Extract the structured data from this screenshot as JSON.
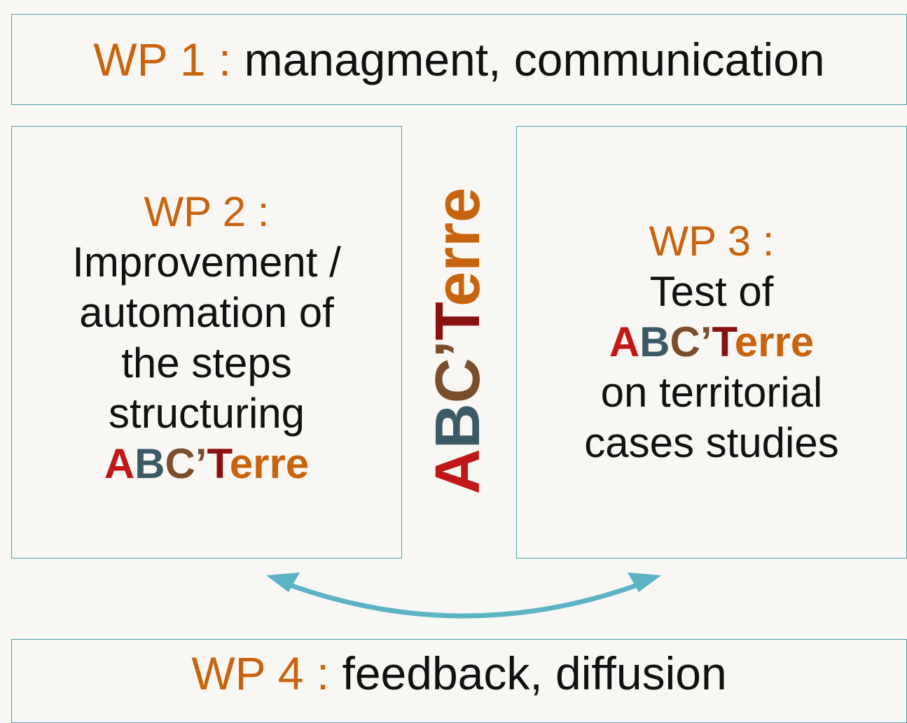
{
  "wp1": {
    "tag": "WP 1 :",
    "text": "managment, communication"
  },
  "wp2": {
    "tag": "WP 2 :",
    "lines": [
      "Improvement /",
      "automation of",
      "the steps",
      "structuring"
    ]
  },
  "wp3": {
    "tag": "WP 3 :",
    "line1": "Test of",
    "lines_after": [
      "on territorial",
      "cases studies"
    ]
  },
  "wp4": {
    "tag": "WP 4 :",
    "text": "feedback, diffusion"
  },
  "brand": {
    "a": "A",
    "b": "B",
    "c": "C",
    "apos": "’",
    "t": "T",
    "erre": "erre"
  },
  "colors": {
    "background": "#f9f7f3",
    "border": "#4e9fb0",
    "wp_tag": "#c8640e",
    "brand_a": "#c01818",
    "brand_b": "#3c5a66",
    "brand_c": "#7a4e2c",
    "brand_t": "#8b1010",
    "brand_erre": "#c8640e",
    "arrow": "#5ab4c4"
  }
}
